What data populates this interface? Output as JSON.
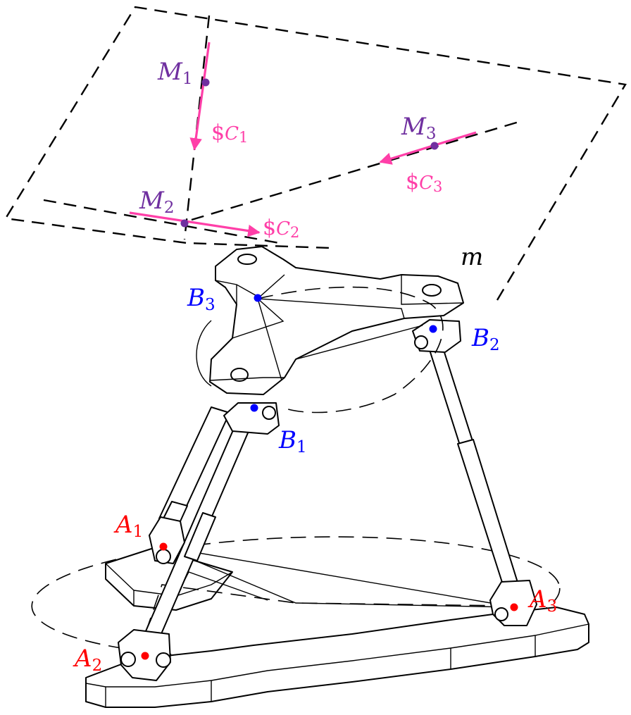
{
  "colors": {
    "force": "#ff3fa8",
    "point_m": "#7030a0",
    "point_b": "#0000ff",
    "point_a": "#ff0000",
    "line": "#000000"
  },
  "labels": {
    "m1": {
      "main": "M",
      "sub": "1"
    },
    "m2": {
      "main": "M",
      "sub": "2"
    },
    "m3": {
      "main": "M",
      "sub": "3"
    },
    "sc1": {
      "main": "$",
      "mid": "C",
      "sub": "1"
    },
    "sc2": {
      "main": "$",
      "mid": "C",
      "sub": "2"
    },
    "sc3": {
      "main": "$",
      "mid": "C",
      "sub": "3"
    },
    "plane": "m",
    "b1": {
      "main": "B",
      "sub": "1"
    },
    "b2": {
      "main": "B",
      "sub": "2"
    },
    "b3": {
      "main": "B",
      "sub": "3"
    },
    "a1": {
      "main": "A",
      "sub": "1"
    },
    "a2": {
      "main": "A",
      "sub": "2"
    },
    "a3": {
      "main": "A",
      "sub": "3"
    }
  }
}
